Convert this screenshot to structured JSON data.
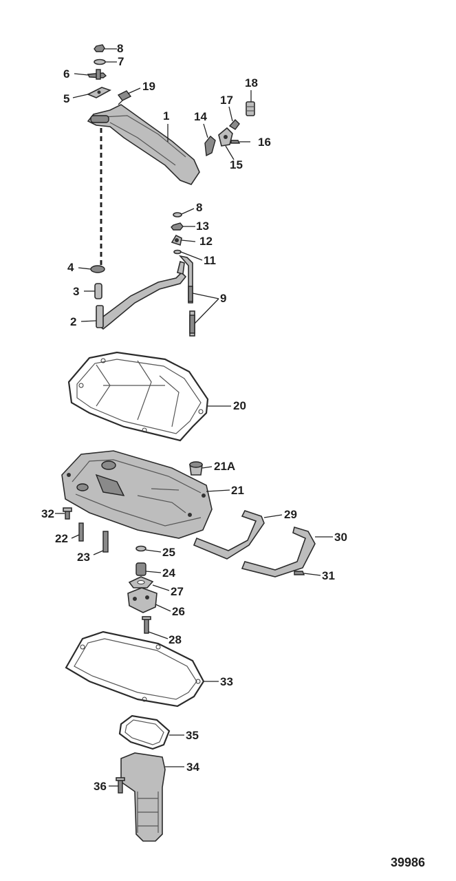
{
  "figure_number": "39986",
  "callouts": [
    {
      "id": "c8a",
      "text": "8"
    },
    {
      "id": "c7",
      "text": "7"
    },
    {
      "id": "c6",
      "text": "6"
    },
    {
      "id": "c5",
      "text": "5"
    },
    {
      "id": "c19",
      "text": "19"
    },
    {
      "id": "c1",
      "text": "1"
    },
    {
      "id": "c18",
      "text": "18"
    },
    {
      "id": "c17",
      "text": "17"
    },
    {
      "id": "c14",
      "text": "14"
    },
    {
      "id": "c16",
      "text": "16"
    },
    {
      "id": "c15",
      "text": "15"
    },
    {
      "id": "c8b",
      "text": "8"
    },
    {
      "id": "c13",
      "text": "13"
    },
    {
      "id": "c12",
      "text": "12"
    },
    {
      "id": "c11",
      "text": "11"
    },
    {
      "id": "c4",
      "text": "4"
    },
    {
      "id": "c3",
      "text": "3"
    },
    {
      "id": "c9",
      "text": "9"
    },
    {
      "id": "c2",
      "text": "2"
    },
    {
      "id": "c20",
      "text": "20"
    },
    {
      "id": "c21A",
      "text": "21A"
    },
    {
      "id": "c21",
      "text": "21"
    },
    {
      "id": "c32",
      "text": "32"
    },
    {
      "id": "c29",
      "text": "29"
    },
    {
      "id": "c22",
      "text": "22"
    },
    {
      "id": "c30",
      "text": "30"
    },
    {
      "id": "c25",
      "text": "25"
    },
    {
      "id": "c23",
      "text": "23"
    },
    {
      "id": "c24",
      "text": "24"
    },
    {
      "id": "c31",
      "text": "31"
    },
    {
      "id": "c27",
      "text": "27"
    },
    {
      "id": "c26",
      "text": "26"
    },
    {
      "id": "c28",
      "text": "28"
    },
    {
      "id": "c33",
      "text": "33"
    },
    {
      "id": "c35",
      "text": "35"
    },
    {
      "id": "c34",
      "text": "34"
    },
    {
      "id": "c36",
      "text": "36"
    }
  ]
}
